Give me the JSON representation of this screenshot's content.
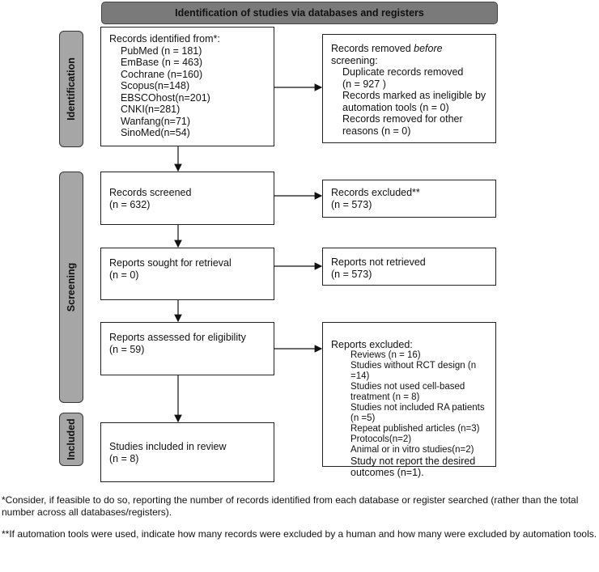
{
  "header": "Identification of studies via databases and registers",
  "phases": {
    "identification": "Identification",
    "screening": "Screening",
    "included": "Included"
  },
  "identified": {
    "title": "Records identified from*:",
    "sources": [
      "PubMed (n = 181)",
      "EmBase (n = 463)",
      "Cochrane (n=160)",
      "Scopus(n=148)",
      "EBSCOhost(n=201)",
      "CNKI(n=281)",
      "Wanfang(n=71)",
      "SinoMed(n=54)"
    ]
  },
  "removed": {
    "title_a": "Records removed ",
    "title_em": "before",
    "title_b": "screening",
    "items": [
      "Duplicate records removed",
      "(n = 927 )",
      "Records marked as ineligible by automation tools (n = 0)",
      "Records removed for other reasons (n = 0)"
    ]
  },
  "screened": {
    "label": "Records screened",
    "n": "(n = 632)"
  },
  "excluded1": {
    "label": "Records excluded**",
    "n": "(n = 573)"
  },
  "sought": {
    "label": "Reports sought for retrieval",
    "n": "(n = 0)"
  },
  "not_retrieved": {
    "label": "Reports not retrieved",
    "n": "(n = 573)"
  },
  "assessed": {
    "label": "Reports assessed for eligibility",
    "n": "(n = 59)"
  },
  "excluded2": {
    "title": "Reports excluded:",
    "items": [
      "Reviews (n = 16)",
      "Studies without RCT design (n =14)",
      "Studies not used cell-based treatment (n = 8)",
      "Studies not included RA patients (n =5)",
      "Repeat published articles (n=3)",
      "Protocols(n=2)",
      "Animal or in vitro studies(n=2)"
    ],
    "last": "Study not report the desired outcomes (n=1)."
  },
  "included": {
    "label": "Studies included in review",
    "n": "(n = 8)"
  },
  "footnotes": [
    "*Consider, if feasible to do so, reporting the number of records identified from each database or register searched (rather than the total number across all databases/registers).",
    "**If automation tools were used, indicate how many records were excluded by a human and how many were excluded by automation tools."
  ]
}
